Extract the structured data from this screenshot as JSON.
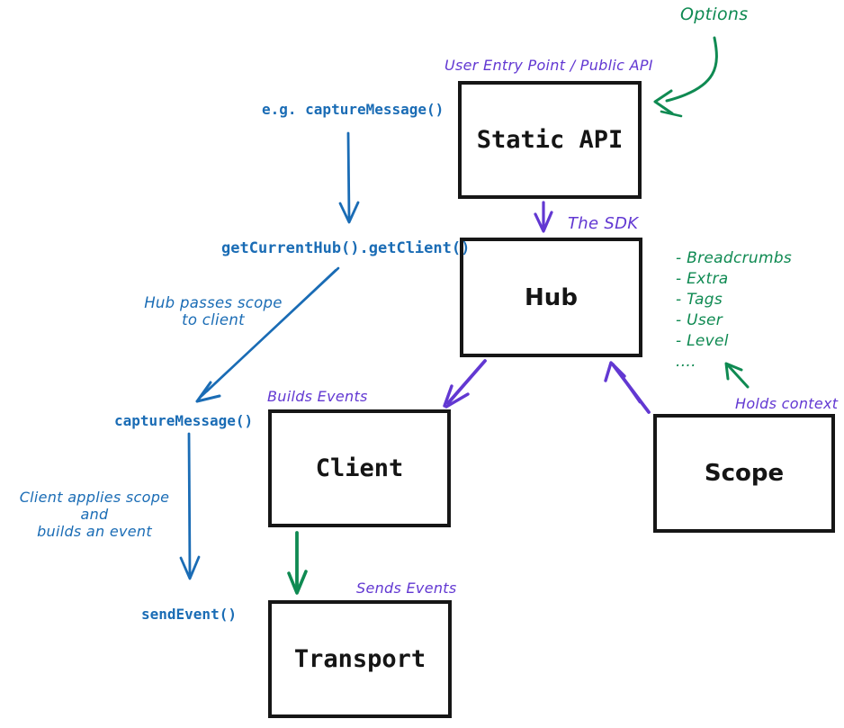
{
  "colors": {
    "blue": "#1a6cb5",
    "purple": "#6238d2",
    "green": "#0f8a52",
    "ink": "#161616"
  },
  "boxes": [
    {
      "id": "static-api",
      "label": "Static API"
    },
    {
      "id": "hub",
      "label": "Hub"
    },
    {
      "id": "client",
      "label": "Client"
    },
    {
      "id": "scope",
      "label": "Scope"
    },
    {
      "id": "transport",
      "label": "Transport"
    }
  ],
  "annotations": {
    "options": "Options",
    "user_entry": "User Entry Point / Public API",
    "the_sdk": "The SDK",
    "eg_capture": "e.g. captureMessage()",
    "get_current_hub": "getCurrentHub().getClient()",
    "hub_passes": "Hub passes scope\nto client",
    "capture_message": "captureMessage()",
    "client_applies": "Client applies scope and\nbuilds an event",
    "send_event": "sendEvent()",
    "builds_events": "Builds Events",
    "sends_events": "Sends Events",
    "holds_context": "Holds context",
    "scope_items": [
      "- Breadcrumbs",
      "- Extra",
      "- Tags",
      "- User",
      "- Level",
      "...."
    ]
  }
}
